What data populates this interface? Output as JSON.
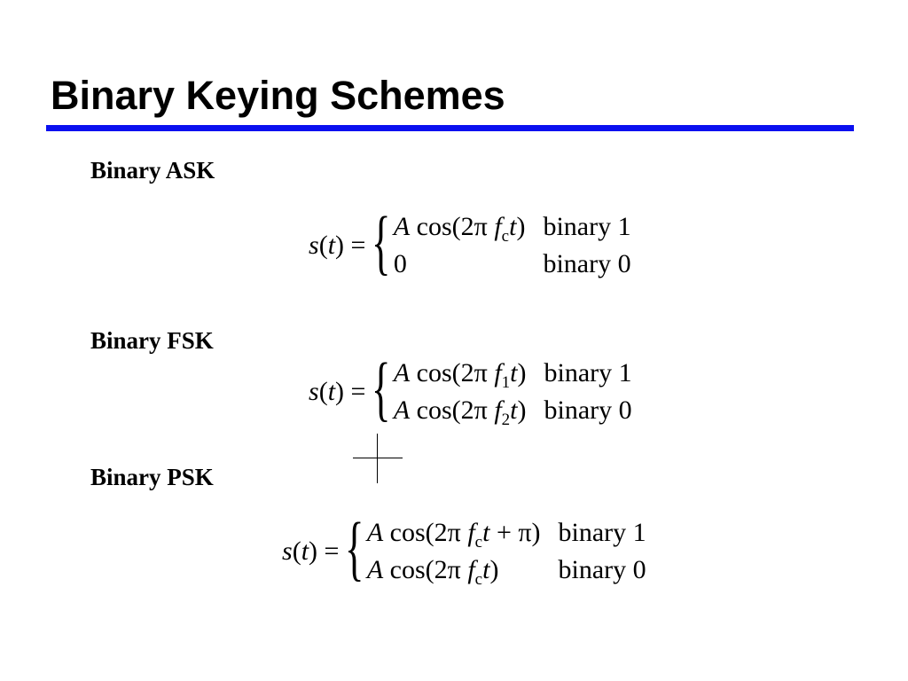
{
  "slide": {
    "title": "Binary Keying Schemes",
    "accent_color": "#0a10f0"
  },
  "sections": {
    "ask": {
      "heading": "Binary ASK",
      "lhs_s": "s",
      "lhs_open": "(",
      "lhs_t": "t",
      "lhs_close": ") =",
      "rows": [
        {
          "expr": "A cos(2π f",
          "sub": "c",
          "tail": "t)",
          "label": "binary 1"
        },
        {
          "expr": "0",
          "sub": "",
          "tail": "",
          "label": "binary 0"
        }
      ]
    },
    "fsk": {
      "heading": "Binary FSK",
      "lhs_s": "s",
      "lhs_open": "(",
      "lhs_t": "t",
      "lhs_close": ") =",
      "rows": [
        {
          "expr": "A cos(2π f",
          "sub": "1",
          "tail": "t)",
          "label": "binary 1"
        },
        {
          "expr": "A cos(2π f",
          "sub": "2",
          "tail": "t)",
          "label": "binary 0"
        }
      ]
    },
    "psk": {
      "heading": "Binary PSK",
      "lhs_s": "s",
      "lhs_open": "(",
      "lhs_t": "t",
      "lhs_close": ") =",
      "rows": [
        {
          "expr": "A cos(2π f",
          "sub": "c",
          "tail": "t + π)",
          "label": "binary 1"
        },
        {
          "expr": "A cos(2π f",
          "sub": "c",
          "tail": "t)",
          "label": "binary 0"
        }
      ]
    }
  },
  "brace_glyph": "{",
  "cursor_icon": "crosshair-cursor-icon"
}
